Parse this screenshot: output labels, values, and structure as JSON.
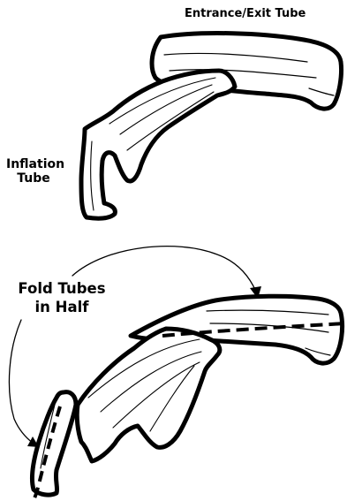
{
  "labels": {
    "entrance_exit_tube": "Entrance/Exit Tube",
    "inflation_tube_line1": "Inflation",
    "inflation_tube_line2": "Tube",
    "fold_tubes_line1": "Fold Tubes",
    "fold_tubes_line2": "in Half"
  },
  "colors": {
    "ink": "#000000",
    "background": "#ffffff"
  }
}
